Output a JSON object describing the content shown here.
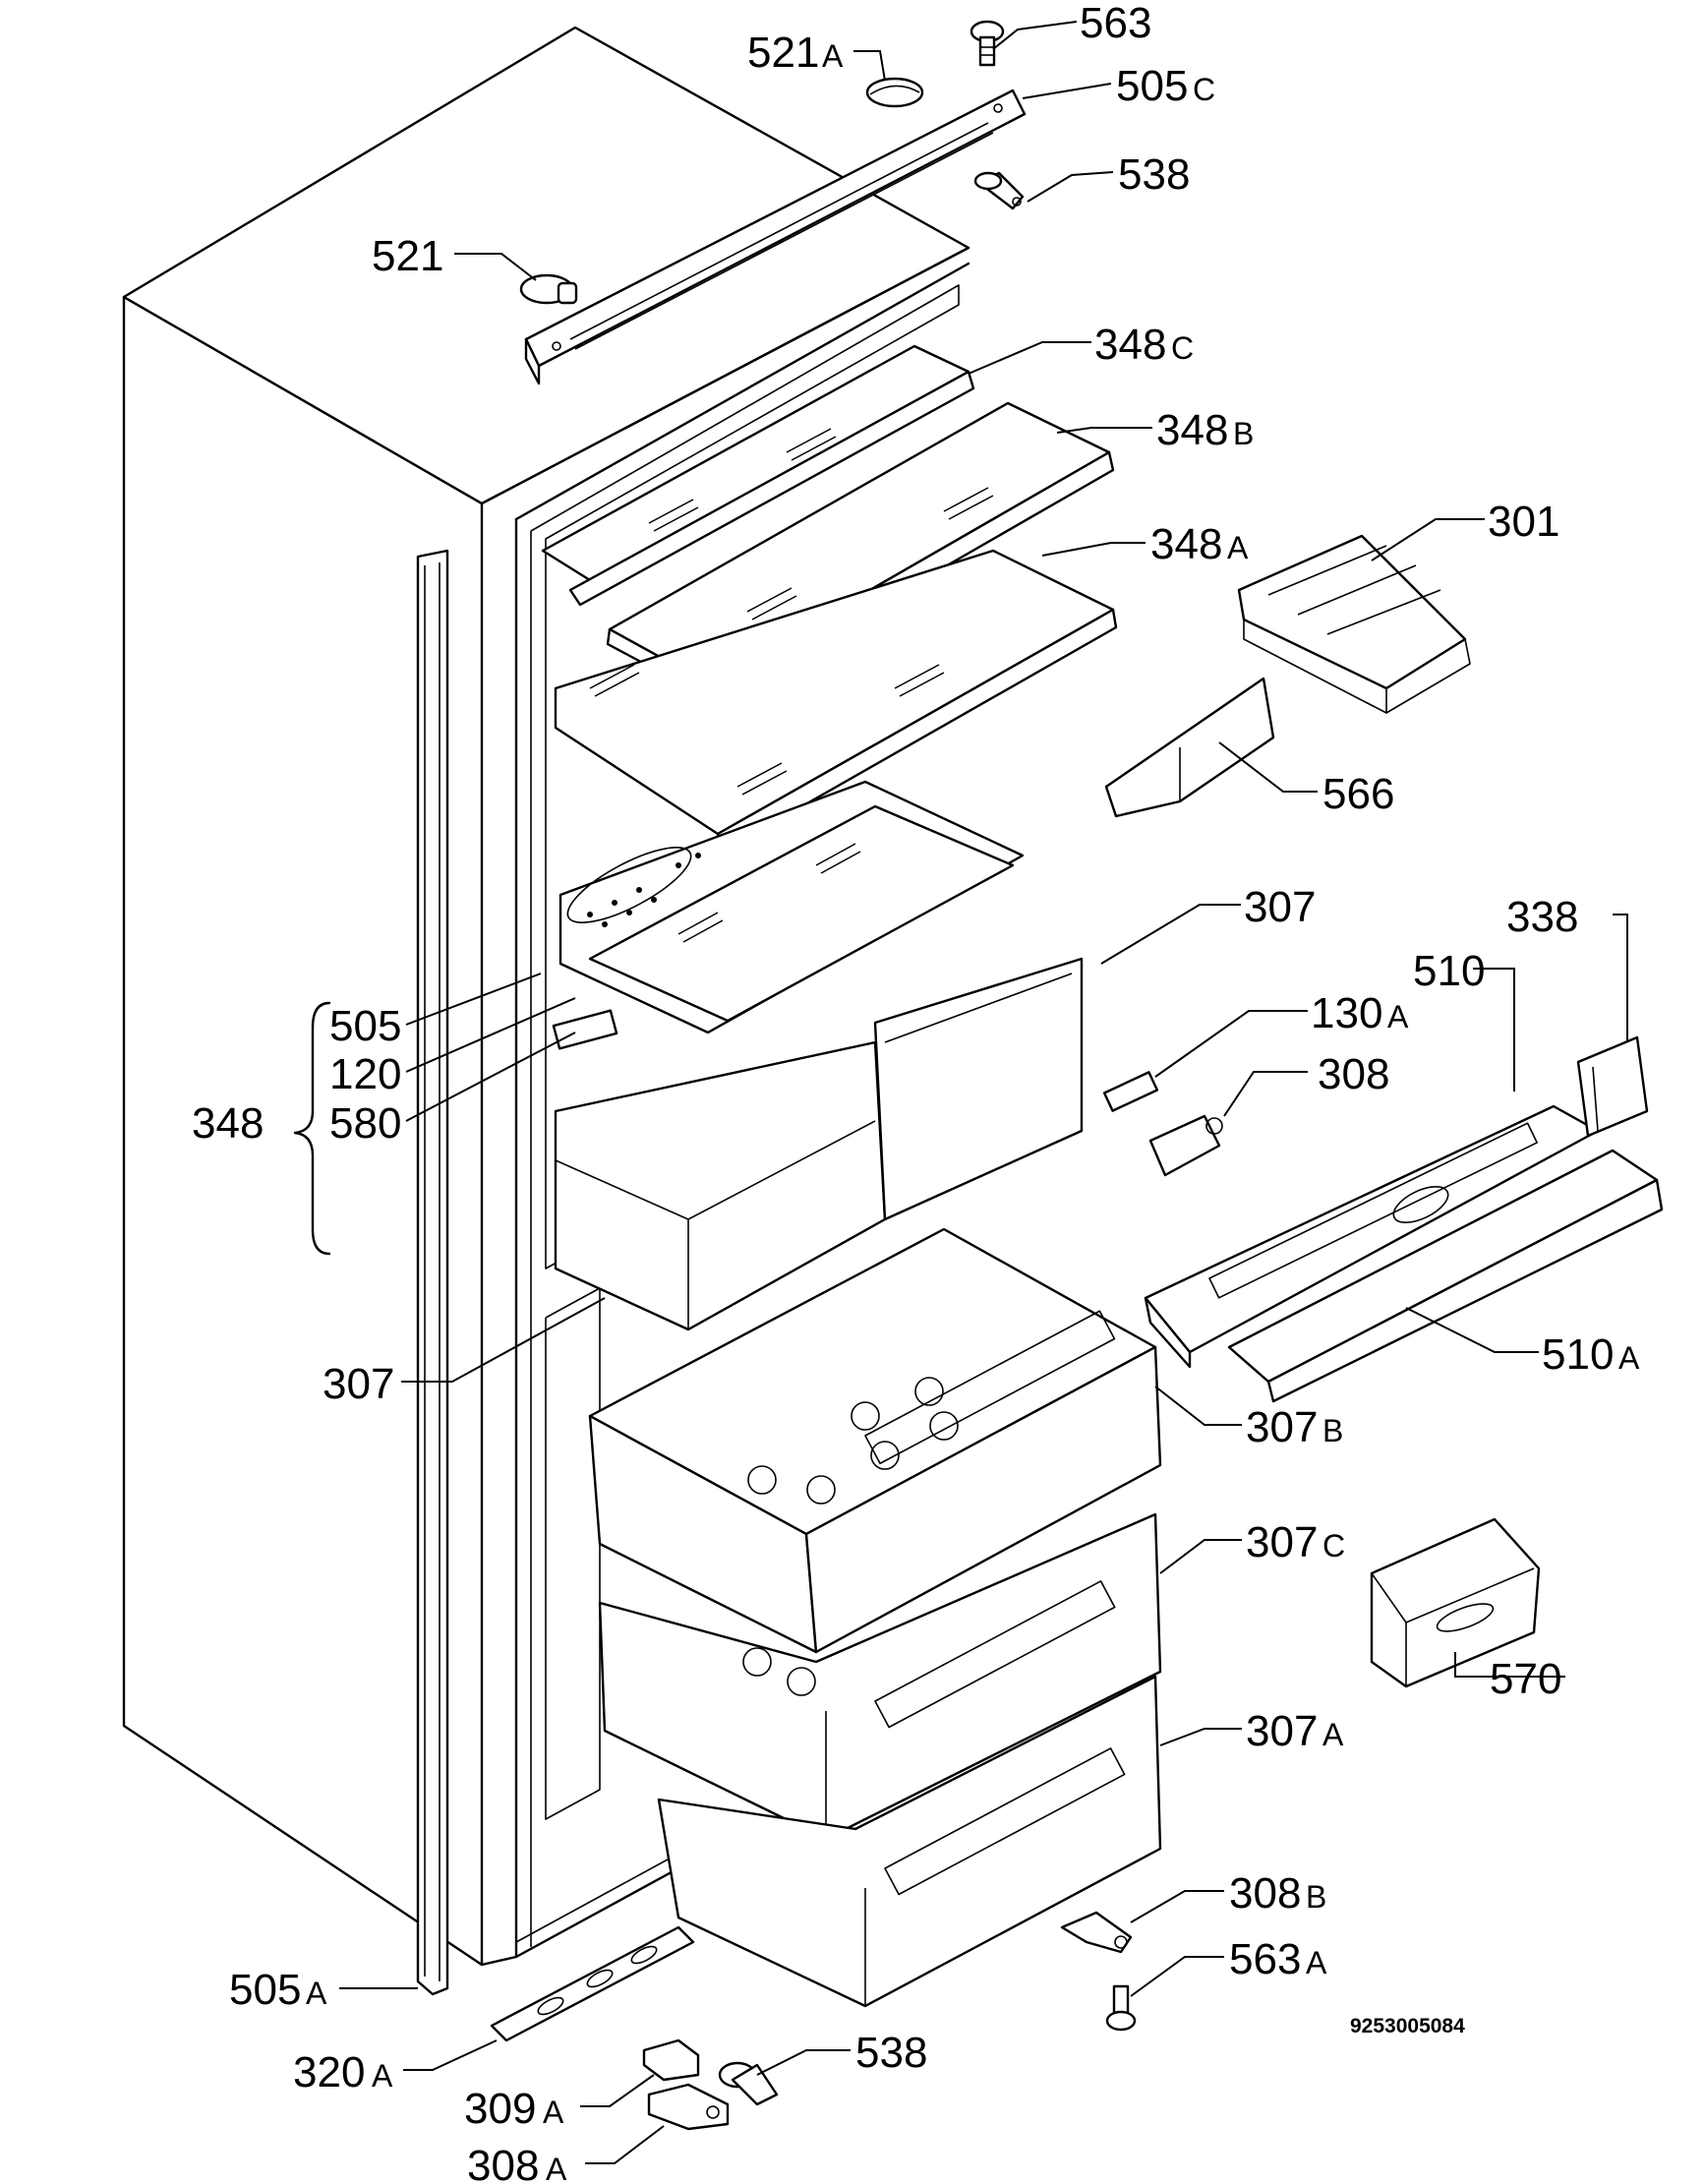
{
  "labels": {
    "l563": "563",
    "l521A": "521",
    "l521A_suffix": "A",
    "l505C": "505",
    "l505C_suffix": "C",
    "l538top": "538",
    "l521": "521",
    "l348C": "348",
    "l348C_suffix": "C",
    "l348B": "348",
    "l348B_suffix": "B",
    "l348A": "348",
    "l348A_suffix": "A",
    "l301": "301",
    "l566": "566",
    "l307top": "307",
    "l338": "338",
    "l510": "510",
    "l130A": "130",
    "l130A_suffix": "A",
    "l308": "308",
    "l505": "505",
    "l120": "120",
    "l580": "580",
    "l348": "348",
    "l307left": "307",
    "l510A": "510",
    "l510A_suffix": "A",
    "l307B": "307",
    "l307B_suffix": "B",
    "l307C": "307",
    "l307C_suffix": "C",
    "l570": "570",
    "l307A": "307",
    "l307A_suffix": "A",
    "l308B": "308",
    "l308B_suffix": "B",
    "l563A": "563",
    "l563A_suffix": "A",
    "l505A": "505",
    "l505A_suffix": "A",
    "l320A": "320",
    "l320A_suffix": "A",
    "l538bottom": "538",
    "l309A": "309",
    "l309A_suffix": "A",
    "l308A": "308",
    "l308A_suffix": "A"
  },
  "drawing_code": "9253005084"
}
